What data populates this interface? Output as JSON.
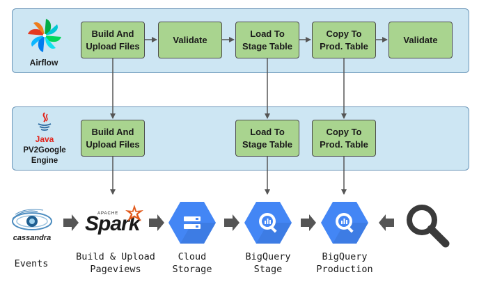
{
  "lanes": {
    "airflow": {
      "label": "Airflow",
      "color": "#cde6f3"
    },
    "engine": {
      "java_label": "Java",
      "label_line1": "PV2Google",
      "label_line2": "Engine"
    }
  },
  "airflow_steps": [
    {
      "line1": "Build And",
      "line2": "Upload Files"
    },
    {
      "line1": "Validate",
      "line2": ""
    },
    {
      "line1": "Load To",
      "line2": "Stage Table"
    },
    {
      "line1": "Copy To",
      "line2": "Prod. Table"
    },
    {
      "line1": "Validate",
      "line2": ""
    }
  ],
  "engine_steps": [
    {
      "line1": "Build And",
      "line2": "Upload Files"
    },
    {
      "line1": "Load To",
      "line2": "Stage Table"
    },
    {
      "line1": "Copy To",
      "line2": "Prod. Table"
    }
  ],
  "pipeline": {
    "cassandra_logo_text": "cassandra",
    "spark_logo_text": "Spark",
    "spark_apache_text": "APACHE",
    "stages": [
      {
        "label": "Events"
      },
      {
        "label": "Build & Upload\nPageviews"
      },
      {
        "label": "Cloud\nStorage"
      },
      {
        "label": "BigQuery\nStage"
      },
      {
        "label": "BigQuery\nProduction"
      }
    ]
  },
  "colors": {
    "box_green": "#a9d48f",
    "lane_blue": "#cde6f3",
    "gcp_blue": "#4386f5",
    "arrow_gray": "#555555",
    "java_red": "#e2231a",
    "spark_orange": "#e25a1c"
  },
  "icons": [
    "airflow-logo-icon",
    "java-logo-icon",
    "cassandra-eye-icon",
    "spark-star-icon",
    "cloud-storage-icon",
    "bigquery-icon",
    "magnifier-icon"
  ]
}
